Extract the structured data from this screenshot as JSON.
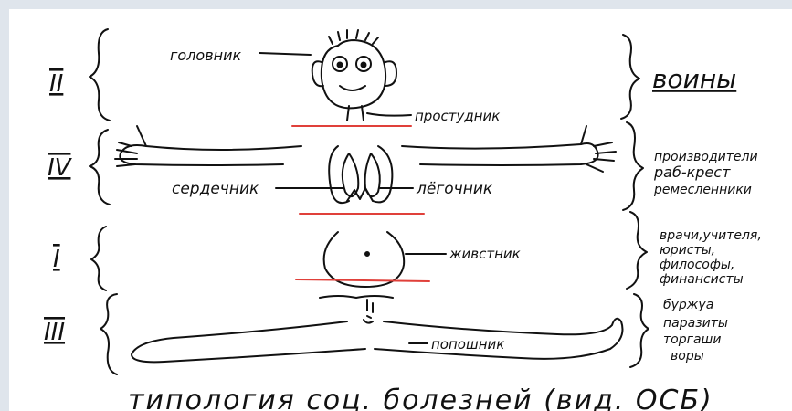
{
  "left_labels": [
    "II",
    "IV",
    "I",
    "III"
  ],
  "head_label": "головник",
  "neck_label": "простудник",
  "heart_label": "сердечник",
  "lung_label": "лёгочник",
  "belly_label": "живстник",
  "butt_label": "попошник",
  "right_groups": {
    "warriors": [
      "воины"
    ],
    "producers": [
      "производители",
      "раб-крест",
      "ремесленники"
    ],
    "professionals": [
      "врачи,учителя,",
      "юристы,",
      "философы,",
      "финансисты"
    ],
    "lowest": [
      "буржуа",
      "паразиты",
      "торгаши",
      "воры"
    ]
  },
  "caption": "типология соц. болезней (вид. ОСБ)",
  "colors": {
    "ink": "#111111",
    "divider": "#e0403a"
  }
}
